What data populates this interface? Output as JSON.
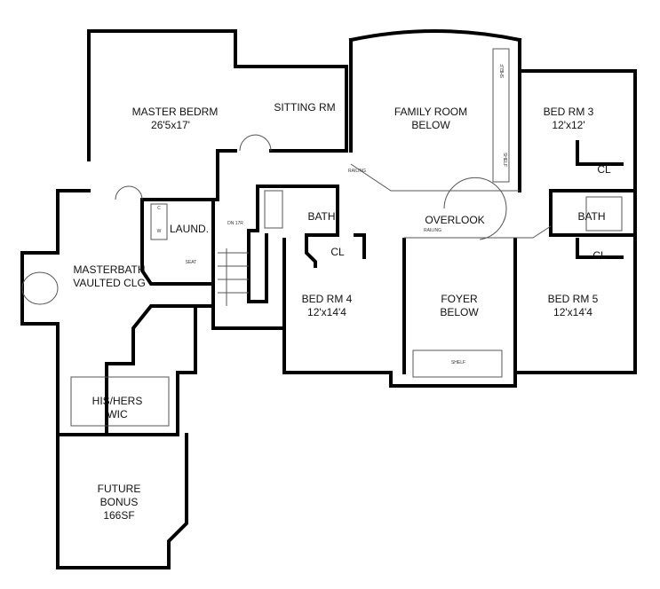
{
  "rooms": {
    "master_bedrm": {
      "name": "MASTER BEDRM",
      "size": "26'5x17'"
    },
    "sitting_rm": {
      "name": "SITTING RM"
    },
    "family_room": {
      "name": "FAMILY ROOM",
      "sub": "BELOW"
    },
    "bed_rm_3": {
      "name": "BED RM 3",
      "size": "12'x12'"
    },
    "bath_center": {
      "name": "BATH"
    },
    "bath_right": {
      "name": "BATH"
    },
    "overlook": {
      "name": "OVERLOOK"
    },
    "laundry": {
      "name": "LAUND."
    },
    "masterbath": {
      "name": "MASTERBATH",
      "sub": "VAULTED CLG"
    },
    "bed_rm_4": {
      "name": "BED RM 4",
      "size": "12'x14'4"
    },
    "foyer": {
      "name": "FOYER",
      "sub": "BELOW"
    },
    "bed_rm_5": {
      "name": "BED RM 5",
      "size": "12'x14'4"
    },
    "closet_3": {
      "name": "CL"
    },
    "closet_4": {
      "name": "CL"
    },
    "closet_5": {
      "name": "CL"
    },
    "his_hers_wic": {
      "name": "HIS/HERS",
      "sub": "WIC"
    },
    "future_bonus": {
      "name": "FUTURE",
      "sub": "BONUS",
      "size": "166SF"
    }
  },
  "notes": {
    "railing_1": "RAILING",
    "railing_2": "RAILING",
    "stairs": "DN 17R",
    "seat": "SEAT",
    "shelf_1": "SHELF",
    "shelf_2": "SHELF",
    "shelf_foyer": "SHELF",
    "washer": "W",
    "dryer": "C"
  }
}
